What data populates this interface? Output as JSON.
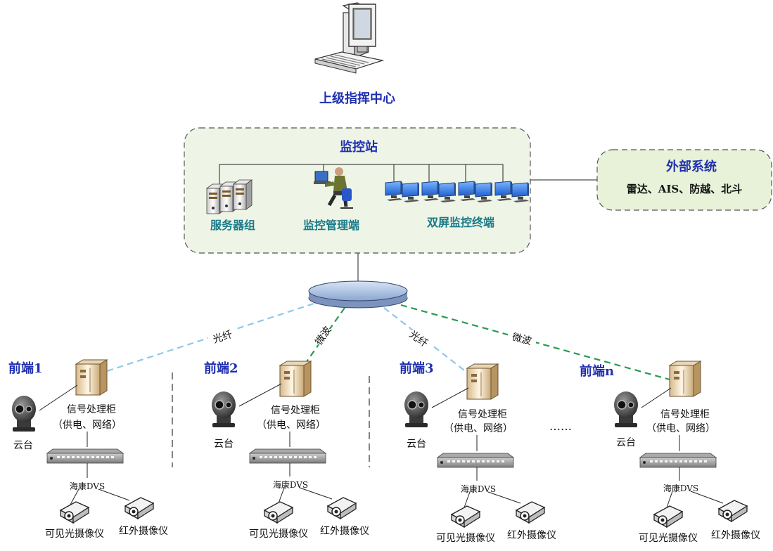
{
  "command_center": {
    "label": "上级指挥中心"
  },
  "station": {
    "title": "监控站",
    "servers_label": "服务器组",
    "manager_label": "监控管理端",
    "terminals_label": "双屏监控终端"
  },
  "external": {
    "title": "外部系统",
    "items": "雷达、AIS、防越、北斗"
  },
  "links": {
    "front1": "光纤",
    "front2": "微波",
    "front3": "光纤",
    "frontn": "微波"
  },
  "fronts": [
    {
      "title": "前端1",
      "cabinet_line1": "信号处理柜",
      "cabinet_line2": "（供电、网络）",
      "ptz": "云台",
      "dvs": "海康DVS",
      "visible_cam": "可见光摄像仪",
      "ir_cam": "红外摄像仪"
    },
    {
      "title": "前端2",
      "cabinet_line1": "信号处理柜",
      "cabinet_line2": "（供电、网络）",
      "ptz": "云台",
      "dvs": "海康DVS",
      "visible_cam": "可见光摄像仪",
      "ir_cam": "红外摄像仪"
    },
    {
      "title": "前端3",
      "cabinet_line1": "信号处理柜",
      "cabinet_line2": "（供电、网络）",
      "ptz": "云台",
      "dvs": "海康DVS",
      "visible_cam": "可见光摄像仪",
      "ir_cam": "红外摄像仪"
    },
    {
      "title": "前端n",
      "cabinet_line1": "信号处理柜",
      "cabinet_line2": "（供电、网络）",
      "ptz": "云台",
      "dvs": "海康DVS",
      "visible_cam": "可见光摄像仪",
      "ir_cam": "红外摄像仪"
    }
  ],
  "ellipsis": "……",
  "colors": {
    "fiber": "#8ec8e8",
    "microwave": "#2a9a50",
    "title_blue": "#1f2fb0",
    "label_teal": "#1a7a8a",
    "panel_fill": "#eef5e6"
  },
  "icons": [
    "computer-icon",
    "server-icon",
    "operator-icon",
    "monitor-icon",
    "router-icon",
    "cabinet-icon",
    "ptz-camera-icon",
    "dvs-icon",
    "camera-icon"
  ]
}
